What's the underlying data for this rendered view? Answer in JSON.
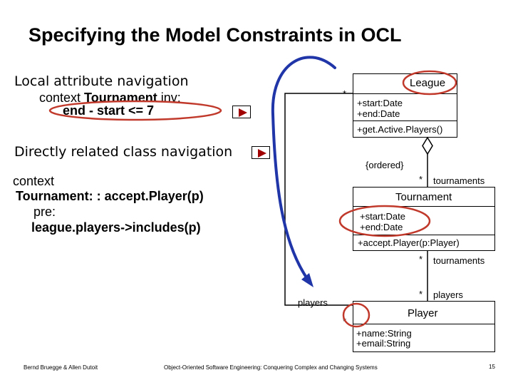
{
  "slide": {
    "title": "Specifying the Model Constraints in OCL",
    "section1": {
      "heading": "Local attribute navigation",
      "context_prefix": "context ",
      "context_class": "Tournament",
      "context_suffix": " inv:",
      "expression": "end - start <= 7"
    },
    "section2": {
      "heading": "Directly related class navigation",
      "line1": "context",
      "line2": "Tournament: : accept.Player(p)",
      "line3": "pre:",
      "line4": "league.players->includes(p)"
    }
  },
  "diagram": {
    "league": {
      "name": "League",
      "attributes": [
        "+start:Date",
        "+end:Date"
      ],
      "operations": [
        "+get.Active.Players()"
      ],
      "multiplicity": "*"
    },
    "tournament": {
      "name": "Tournament",
      "attributes": [
        "+start:Date",
        "+end:Date"
      ],
      "operations": [
        "+accept.Player(p:Player)"
      ]
    },
    "player": {
      "name": "Player",
      "attributes": [
        "+name:String",
        "+email:String"
      ]
    },
    "assoc_league_tournament": {
      "constraint": "{ordered}",
      "multiplicity": "*",
      "role": "tournaments"
    },
    "assoc_tournament_player": {
      "tournament_multiplicity": "*",
      "tournament_role": "tournaments",
      "player_multiplicity": "*",
      "player_role": "players"
    },
    "assoc_league_player": {
      "role": "players",
      "multiplicity": "*"
    }
  },
  "footer": {
    "authors": "Bernd Bruegge & Allen Dutoit",
    "book": "Object-Oriented Software Engineering: Conquering Complex and Changing Systems",
    "page": "15"
  },
  "colors": {
    "highlight": "#c0392b",
    "arrow": "#1f35a8",
    "play_button": "#a00000"
  }
}
